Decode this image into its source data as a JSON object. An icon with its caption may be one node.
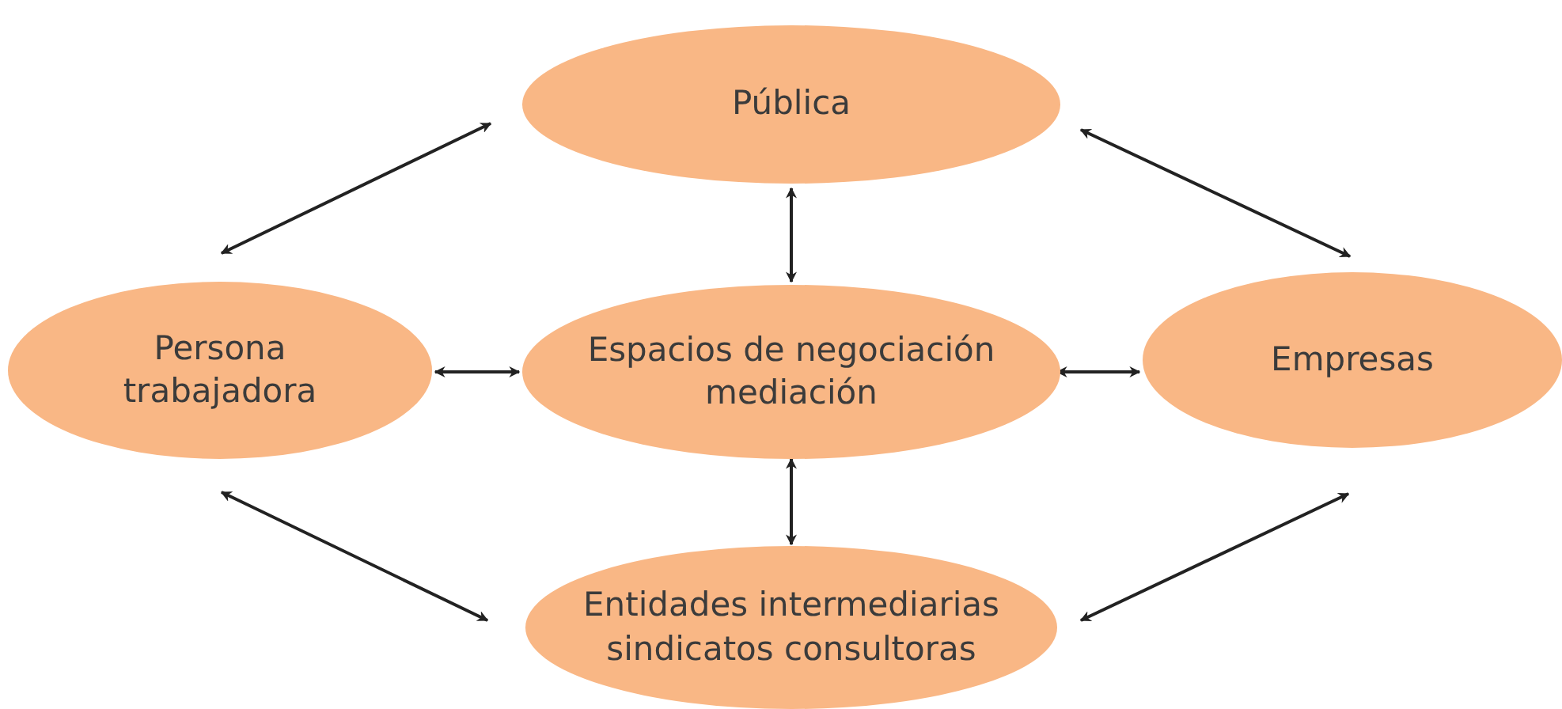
{
  "diagram": {
    "nodes": [
      {
        "text": [
          "Pública"
        ]
      },
      {
        "text": [
          "Persona trabajadora"
        ]
      },
      {
        "text": [
          "Espacios de negociación mediación"
        ]
      },
      {
        "text": [
          "Empresas"
        ]
      },
      {
        "text": [
          "Entidades intermediarias sindicatos consultoras"
        ]
      }
    ],
    "edges": [
      {
        "from": 1,
        "to": 0,
        "arrow": "both"
      },
      {
        "from": 0,
        "to": 3,
        "arrow": "both"
      },
      {
        "from": 0,
        "to": 2,
        "arrow": "both"
      },
      {
        "from": 1,
        "to": 2,
        "arrow": "both"
      },
      {
        "from": 2,
        "to": 3,
        "arrow": "both"
      },
      {
        "from": 2,
        "to": 4,
        "arrow": "both"
      },
      {
        "from": 1,
        "to": 4,
        "arrow": "both"
      },
      {
        "from": 4,
        "to": 3,
        "arrow": "both"
      }
    ]
  }
}
